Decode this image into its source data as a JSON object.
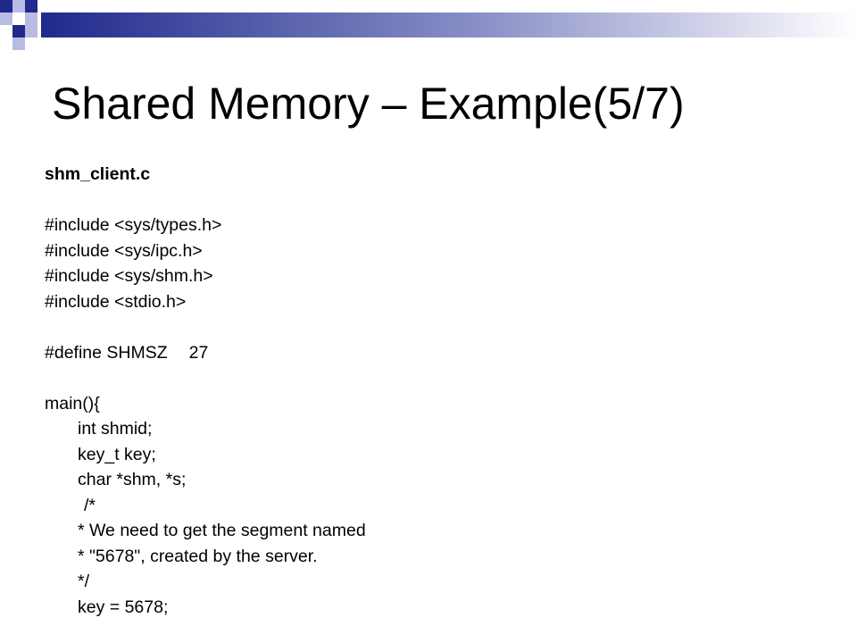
{
  "slide": {
    "title": "Shared Memory – Example(5/7)",
    "accent_colors": {
      "navy": "#1f2a8c",
      "light_blue": "#b8bce2",
      "gradient_start": "#1f2a8c",
      "gradient_end": "#ffffff"
    },
    "filename": "shm_client.c",
    "code": {
      "include_1": "#include <sys/types.h>",
      "include_2": "#include <sys/ipc.h>",
      "include_3": "#include <sys/shm.h>",
      "include_4": "#include <stdio.h>",
      "define_keyword": "#define SHMSZ",
      "define_value": "27",
      "main_open": "main(){",
      "decl_1": "int shmid;",
      "decl_2": "key_t key;",
      "decl_3": "char *shm, *s;",
      "comment_open": "/*",
      "comment_1": "* We need to get the segment named",
      "comment_2": "* \"5678\", created by the server.",
      "comment_close": "*/",
      "assign": "key = 5678;"
    }
  }
}
